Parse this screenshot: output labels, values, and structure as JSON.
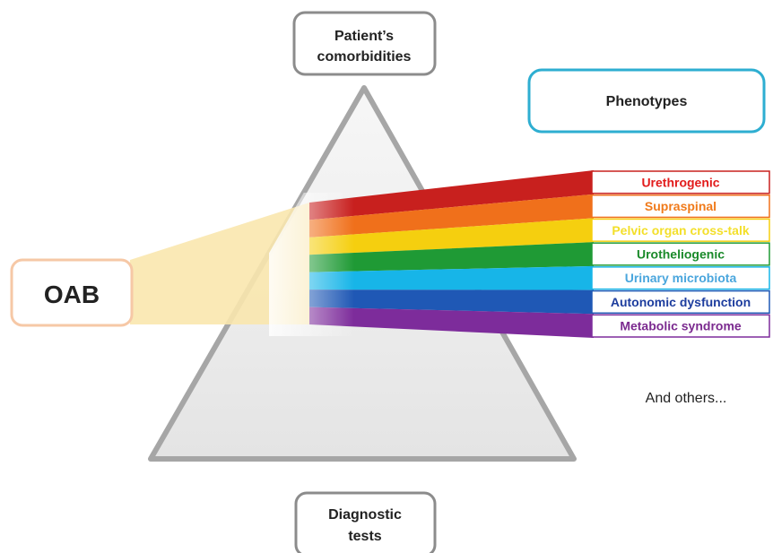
{
  "top_box": {
    "line1": "Patient’s",
    "line2": "comorbidities"
  },
  "bottom_box": {
    "line1": "Diagnostic",
    "line2": "tests"
  },
  "oab_label": "OAB",
  "phenotypes_header": "Phenotypes",
  "phenotypes": [
    {
      "label": "Urethrogenic",
      "color": "#e21b1b",
      "band": "#c8201e"
    },
    {
      "label": "Supraspinal",
      "color": "#f07a1a",
      "band": "#f0701b"
    },
    {
      "label": "Pelvic organ cross-talk",
      "color": "#f3df2a",
      "band": "#f5cf0f"
    },
    {
      "label": "Urotheliogenic",
      "color": "#1a8a2a",
      "band": "#1f9a35"
    },
    {
      "label": "Urinary microbiota",
      "color": "#4aa6dd",
      "band": "#17b5e8"
    },
    {
      "label": "Autonomic dysfunction",
      "color": "#1d3d9e",
      "band": "#1f58b5"
    },
    {
      "label": "Metabolic syndrome",
      "color": "#7b2a8f",
      "band": "#7d2c9b"
    }
  ],
  "others_text": "And others...",
  "colors": {
    "prism_fill": "#ececec",
    "prism_stroke": "#a6a6a6",
    "oab_border": "#f6c8a6",
    "beam": "#fae7ae",
    "phenotypes_border": "#2eaed1",
    "box_border": "#8c8c8c"
  }
}
